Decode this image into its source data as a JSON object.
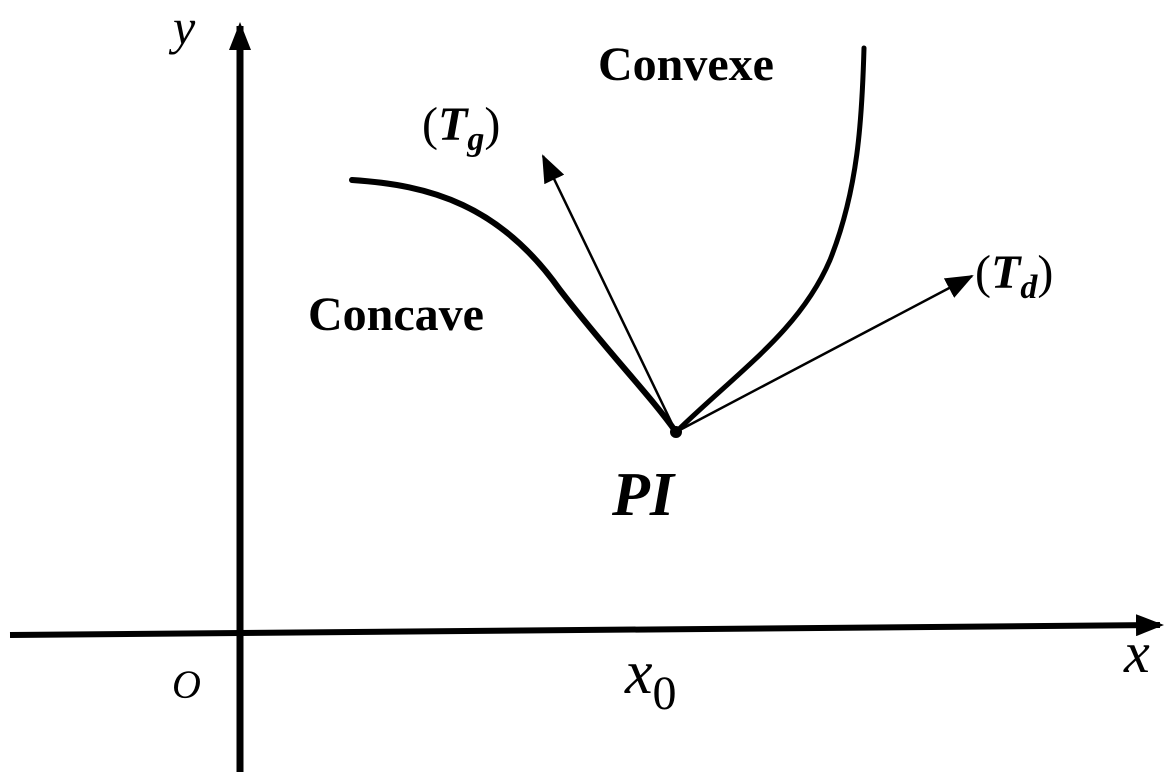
{
  "labels": {
    "y_axis": "y",
    "x_axis": "x",
    "origin": "O",
    "x0_base": "x",
    "x0_sub": "0",
    "point": "PI",
    "convexe": "Convexe",
    "concave": "Concave",
    "tg_base": "T",
    "tg_sub": "g",
    "td_base": "T",
    "td_sub": "d",
    "paren_open": "(",
    "paren_close": ")"
  },
  "colors": {
    "ink": "#000000",
    "background": "#ffffff"
  }
}
